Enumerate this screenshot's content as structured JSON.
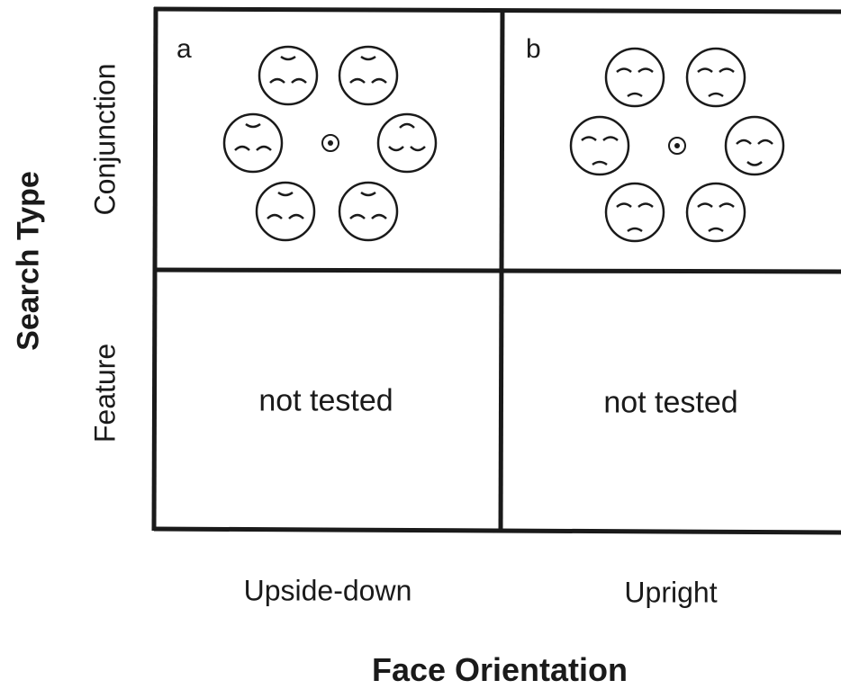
{
  "axis": {
    "y_title": "Search Type",
    "x_title": "Face Orientation"
  },
  "rows": [
    "Conjunction",
    "Feature"
  ],
  "columns": [
    "Upside-down",
    "Upright"
  ],
  "panels": [
    {
      "letter": "a",
      "face_orientation": "upside-down",
      "faces": 6,
      "fixation": "center"
    },
    {
      "letter": "b",
      "face_orientation": "upright",
      "faces": 6,
      "fixation": "center"
    }
  ],
  "feature_cells": [
    "not tested",
    "not tested"
  ],
  "colors": {
    "line": "#1a1a1a",
    "background": "#ffffff"
  }
}
